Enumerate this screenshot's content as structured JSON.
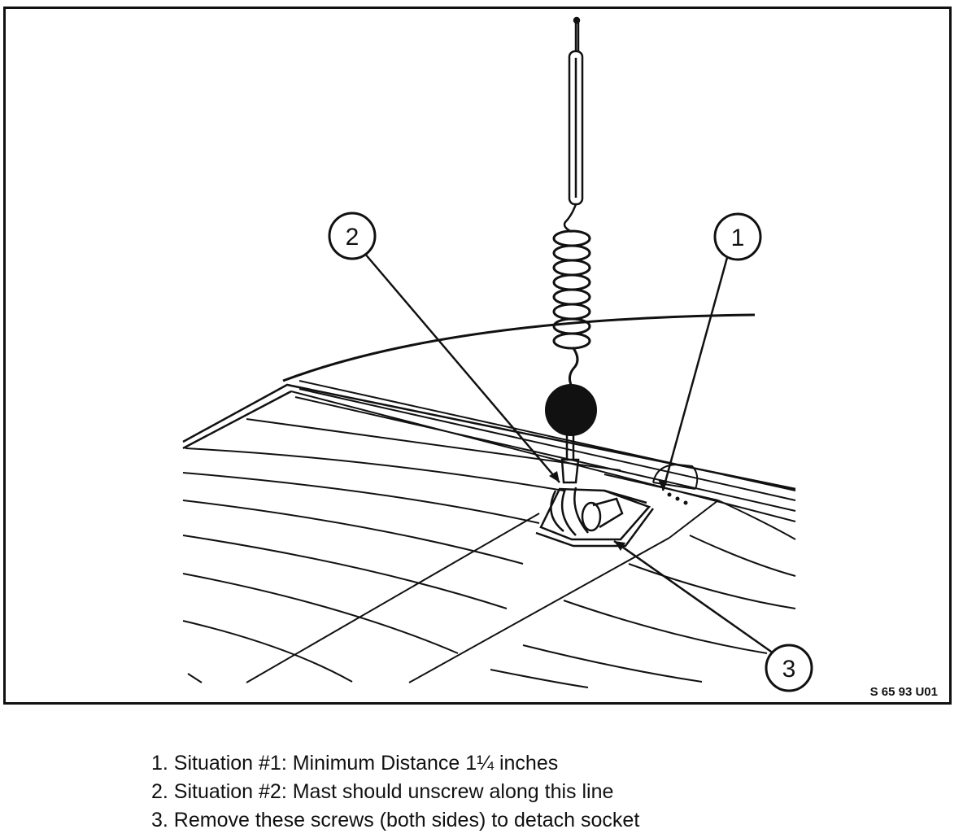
{
  "callouts": {
    "one": "1",
    "two": "2",
    "three": "3"
  },
  "figure_code": "S 65 93 U01",
  "legend": [
    {
      "text": "1. Situation #1:  Minimum Distance 1¼ inches"
    },
    {
      "text": "2. Situation #2:  Mast should unscrew along this line"
    },
    {
      "text": "3. Remove these screws (both sides) to detach socket"
    }
  ]
}
